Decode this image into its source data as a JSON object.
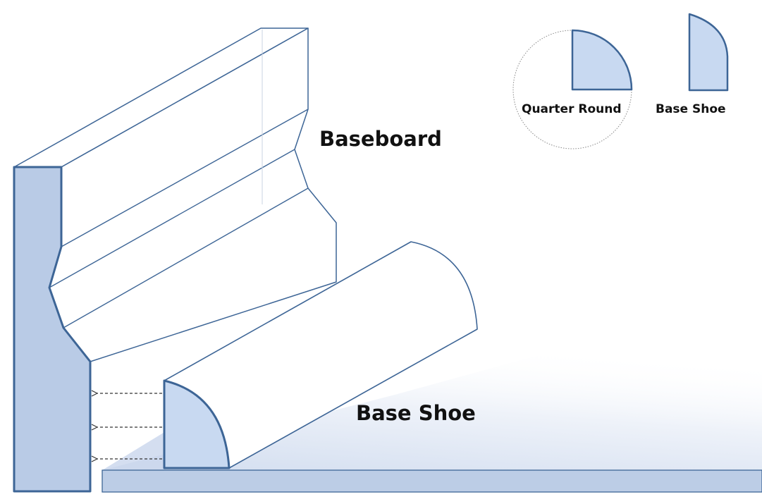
{
  "labels": {
    "baseboard": "Baseboard",
    "base_shoe_main": "Base Shoe",
    "quarter_round": "Quarter Round",
    "base_shoe_profile": "Base Shoe"
  },
  "colors": {
    "outline": "#3d6596",
    "fill": "#c8d9f1",
    "profile_fill": "#b9cbe6",
    "floor_fill": "#bccde6",
    "floor_shadow": "#d6e1f1",
    "text": "#111111"
  }
}
